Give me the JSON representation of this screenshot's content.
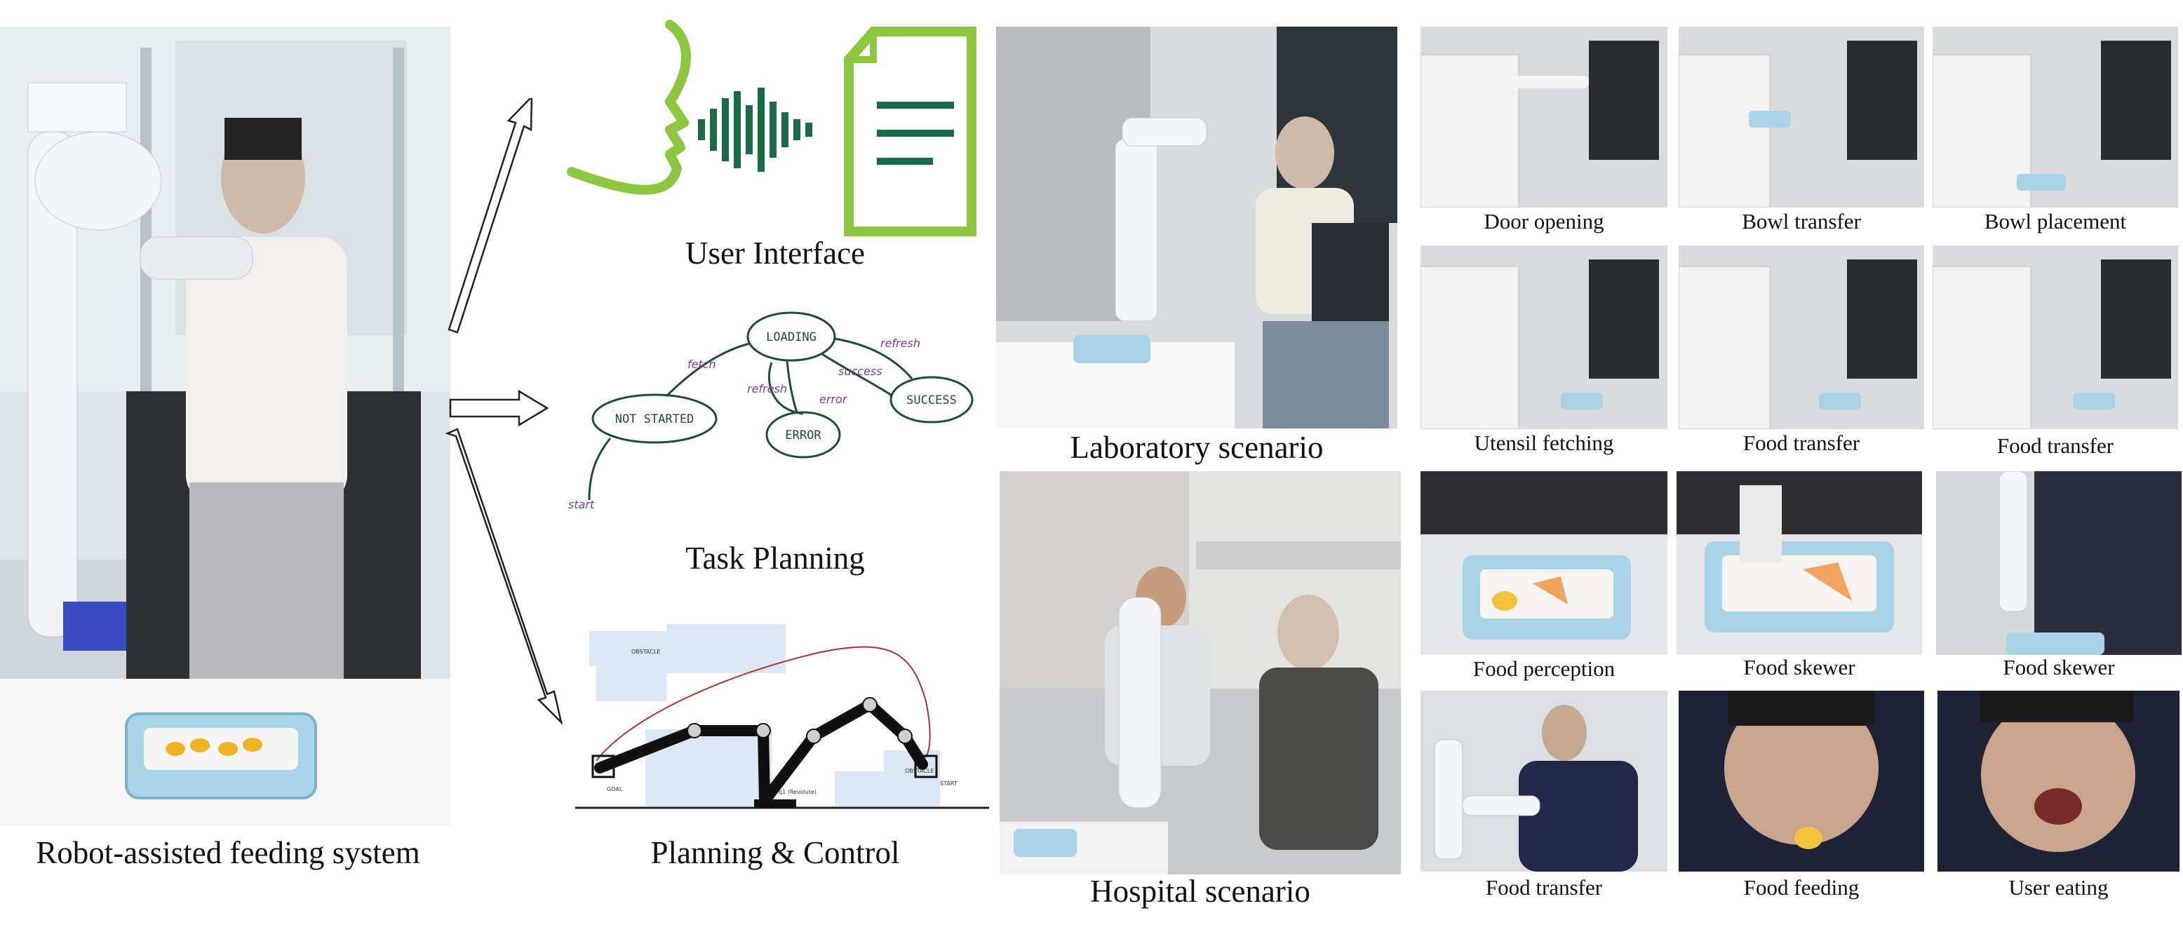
{
  "main": {
    "label": "Robot-assisted feeding system"
  },
  "modules": {
    "user_interface": "User Interface",
    "task_planning": "Task Planning",
    "planning_control": "Planning & Control"
  },
  "state_diagram": {
    "nodes": [
      "LOADING",
      "NOT STARTED",
      "ERROR",
      "SUCCESS"
    ],
    "edges": [
      "fetch",
      "refresh",
      "success",
      "error",
      "refresh",
      "start"
    ]
  },
  "motion_plan": {
    "labels": [
      "OBSTACLE",
      "OBSTACLE",
      "GOAL",
      "q1 (Revolute)",
      "START"
    ]
  },
  "scenarios": {
    "laboratory": "Laboratory scenario",
    "hospital": "Hospital scenario"
  },
  "tiles": [
    "Door opening",
    "Bowl transfer",
    "Bowl placement",
    "Utensil fetching",
    "Food transfer",
    "Food transfer",
    "Food perception",
    "Food skewer",
    "Food skewer",
    "Food transfer",
    "Food feeding",
    "User eating"
  ],
  "colors": {
    "ui_green": "#8dc63f",
    "wave_green": "#1a6b4a",
    "diagram_ink": "#1e4d3a",
    "diagram_label": "#7a3c8c",
    "obstacle_blue": "#dbe7f5",
    "path_red": "#b03030"
  }
}
